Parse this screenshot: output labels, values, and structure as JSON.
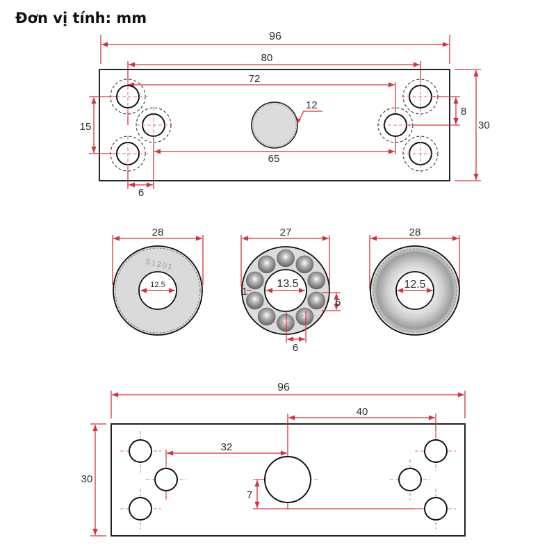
{
  "header": {
    "unit_label": "Đơn vị tính: mm"
  },
  "colors": {
    "dimension": "#d2343f",
    "outline": "#222222",
    "washer_fill": "#d9d9d9",
    "ball": "#8a8a8a"
  },
  "top_plate": {
    "overall_length": "96",
    "outer_hole_spacing": "80",
    "inner_hole_spacing_top": "72",
    "inner_hole_spacing_bottom": "65",
    "center_hole_diameter": "12",
    "vertical_hole_spacing": "15",
    "horizontal_offset": "6",
    "right_offset": "8",
    "height": "30"
  },
  "bearing_parts": {
    "washer_left": {
      "outer_diameter": "28",
      "inner_diameter": "12.5",
      "stamp": "51201"
    },
    "ball_cage": {
      "outer_diameter": "27",
      "inner_diameter": "13.5",
      "gap": "1",
      "ball_size_vertical": "6",
      "ball_pitch": "6",
      "ball_count": 10
    },
    "washer_right": {
      "outer_diameter": "28",
      "inner_diameter": "12.5"
    }
  },
  "bottom_plate": {
    "overall_length": "96",
    "height": "30",
    "left_offset": "32",
    "right_offset": "40",
    "vertical_offset": "7"
  }
}
